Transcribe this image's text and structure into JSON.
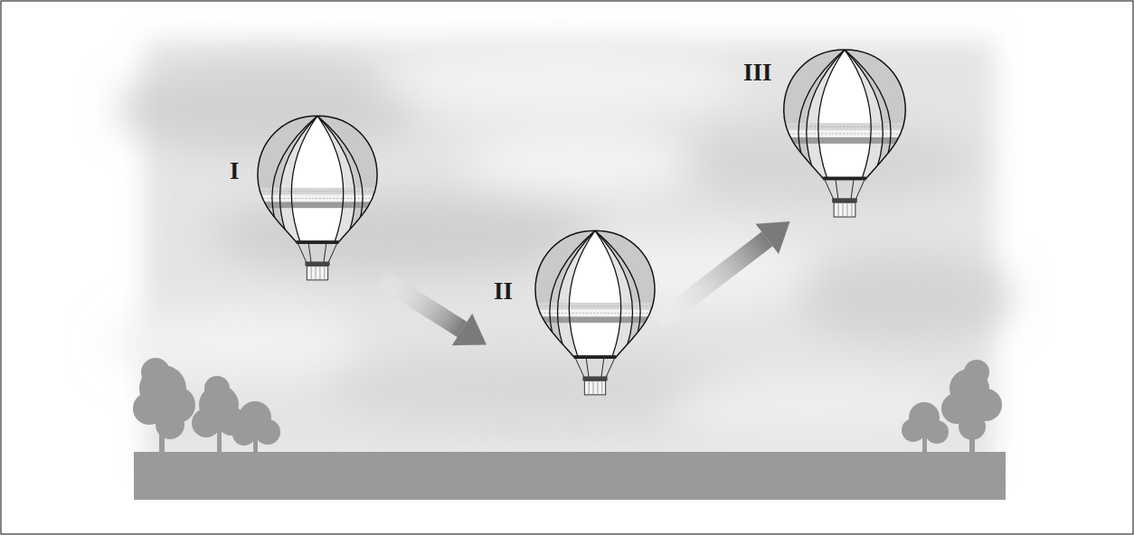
{
  "diagram": {
    "nodes": [
      {
        "text": [
          "I"
        ]
      },
      {
        "text": [
          "II"
        ]
      },
      {
        "text": [
          "III"
        ]
      }
    ],
    "edges": [
      {
        "from": 0,
        "to": 1,
        "arrow": "to"
      },
      {
        "from": 1,
        "to": 2,
        "arrow": "to"
      }
    ]
  }
}
